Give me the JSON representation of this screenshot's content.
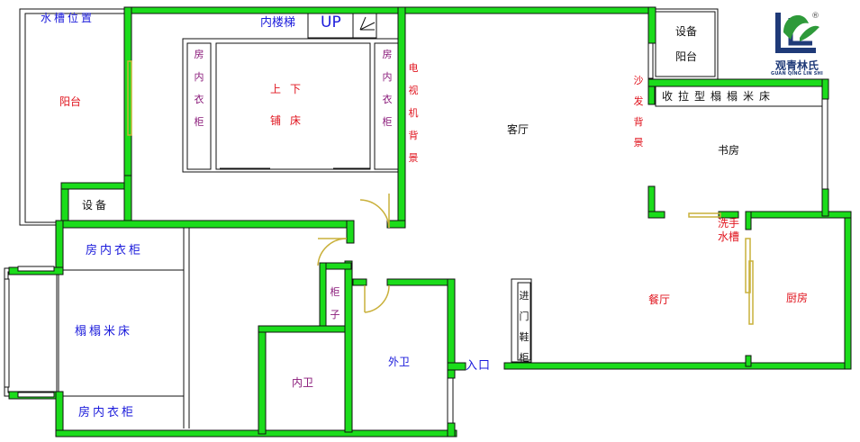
{
  "colors": {
    "wall": "#1bdc1b",
    "wall_outline": "#111111",
    "room_label_blue": "#1a1adb",
    "room_label_red": "#e0141e",
    "furniture_label_purple": "#8a1a7a",
    "door_arc": "#c9b03a",
    "logo_blue": "#1f3a78",
    "logo_green": "#2e9a3a"
  },
  "logo": {
    "name": "观青林氏",
    "subtitle": "GUAN QING LIN SHI",
    "registered": "®"
  },
  "labels": {
    "water_tank_location": "水槽位置",
    "balcony_left": "阳台",
    "equipment_left": "设备",
    "inner_stairs": "内楼梯",
    "up": "UP",
    "closet_left": "房内衣柜",
    "bunk_bed": [
      "上下",
      "铺床"
    ],
    "closet_right": "房内衣柜",
    "tv_wall": "电视机背景",
    "living_room": "客厅",
    "sofa_wall": "沙发背景",
    "equipment_balcony": [
      "设备",
      "阳台"
    ],
    "tatami_fold": "收拉型榻榻米床",
    "study": "书房",
    "bedroom_closet_top": "房内衣柜",
    "tatami_bed": "榻榻米床",
    "bedroom_closet_bottom": "房内衣柜",
    "cabinet": "柜子",
    "inner_bathroom": "内卫",
    "outer_bathroom": "外卫",
    "entrance": "入口",
    "shoe_cabinet": "进门鞋柜",
    "dining_room": "餐厅",
    "wash_basin": [
      "洗手",
      "水槽"
    ],
    "kitchen": "厨房"
  }
}
